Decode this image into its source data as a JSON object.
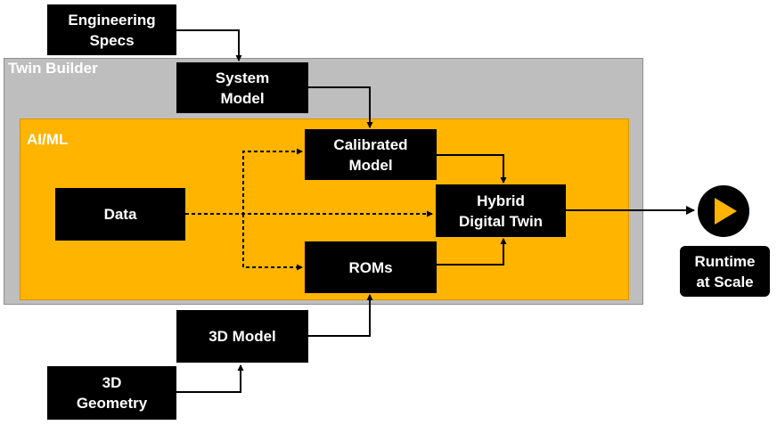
{
  "containers": {
    "twin_builder": "Twin Builder",
    "ai_ml": "AI/ML"
  },
  "nodes": {
    "engineering_specs": "Engineering\nSpecs",
    "system_model": "System\nModel",
    "calibrated_model": "Calibrated\nModel",
    "data": "Data",
    "hybrid_digital_twin": "Hybrid\nDigital Twin",
    "roms": "ROMs",
    "model_3d": "3D Model",
    "geometry_3d": "3D\nGeometry",
    "runtime": "Runtime\nat Scale"
  },
  "icons": {
    "runtime_icon": "play-icon"
  },
  "colors": {
    "twin_builder_fill": "#bebebe",
    "ai_ml_fill": "#ffb400",
    "node_fill": "#000000",
    "node_text": "#ffffff"
  }
}
